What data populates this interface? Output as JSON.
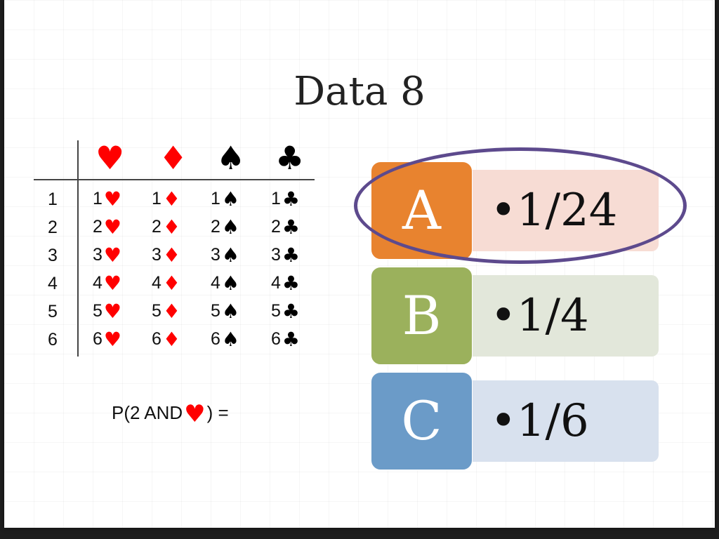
{
  "slide": {
    "title": "Data 8",
    "table": {
      "suits": [
        {
          "icon": "heart-icon",
          "glyph": "♥",
          "color": "#ff0000"
        },
        {
          "icon": "diamond-icon",
          "glyph": "♦",
          "color": "#ff0000"
        },
        {
          "icon": "spade-icon",
          "glyph": "♠",
          "color": "#000000"
        },
        {
          "icon": "club-icon",
          "glyph": "♣",
          "color": "#000000"
        }
      ],
      "rows": [
        "1",
        "2",
        "3",
        "4",
        "5",
        "6"
      ]
    },
    "formula": {
      "prefix": "P(2 AND",
      "suit_glyph": "♥",
      "suffix": ") ="
    },
    "options": [
      {
        "letter": "A",
        "value": "•1/24",
        "letter_color": "#e8832f",
        "value_bg": "#f7dcd4",
        "highlighted": true
      },
      {
        "letter": "B",
        "value": "•1/4",
        "letter_color": "#9bb15c",
        "value_bg": "#e2e7da"
      },
      {
        "letter": "C",
        "value": "•1/6",
        "letter_color": "#6b9bc8",
        "value_bg": "#d8e1ee"
      }
    ]
  }
}
